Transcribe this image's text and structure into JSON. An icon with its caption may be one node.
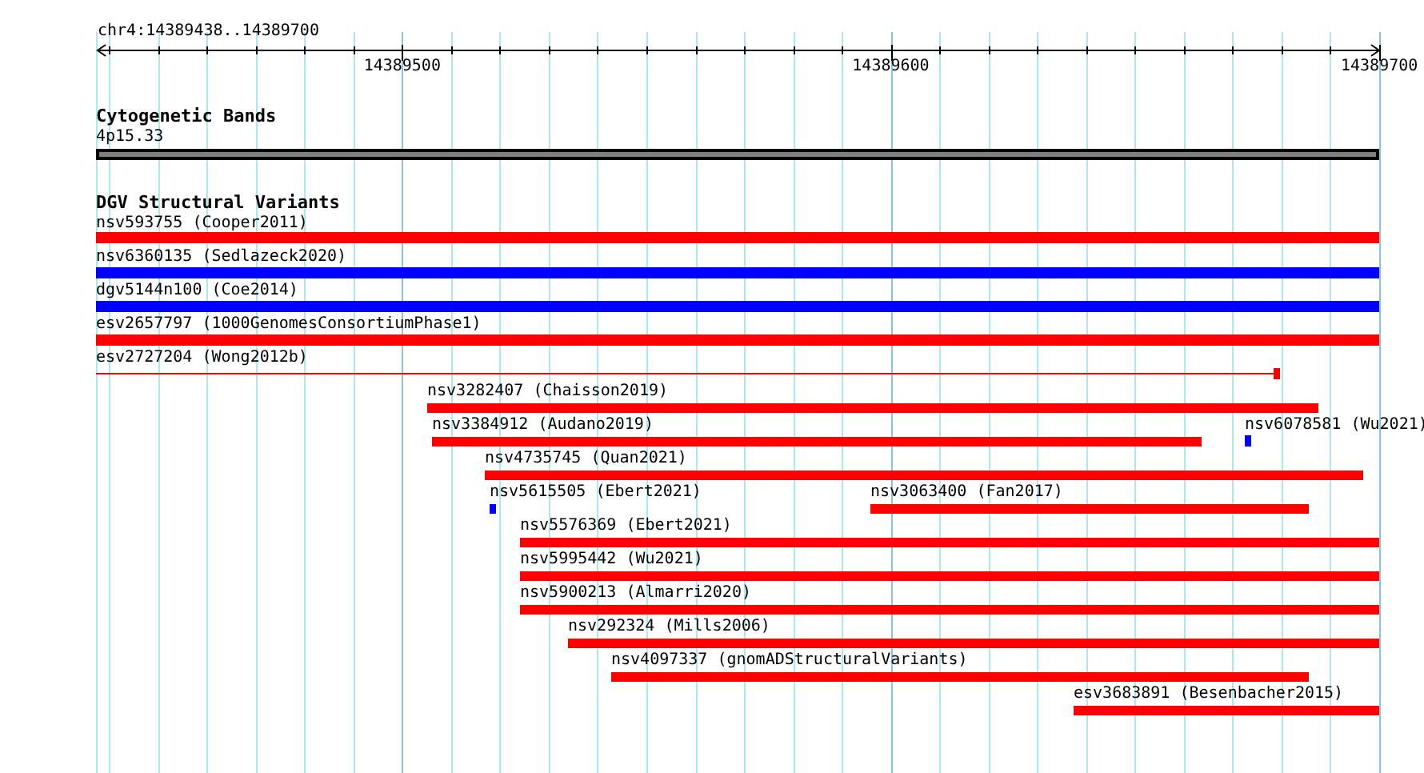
{
  "diagram": {
    "nodes": [
      {
        "text": [
          "4p15.33"
        ]
      },
      {
        "text": [
          "nsv593755 (Cooper2011)"
        ]
      },
      {
        "text": [
          "nsv6360135 (Sedlazeck2020)"
        ]
      },
      {
        "text": [
          "dgv5144n100 (Coe2014)"
        ]
      },
      {
        "text": [
          "esv2657797 (1000GenomesConsortiumPhase1)"
        ]
      },
      {
        "text": [
          "esv2727204 (Wong2012b)"
        ]
      },
      {
        "text": [
          "nsv3282407 (Chaisson2019)"
        ]
      },
      {
        "text": [
          "nsv3384912 (Audano2019)"
        ]
      },
      {
        "text": [
          "nsv6078581 (Wu2021)"
        ]
      },
      {
        "text": [
          "nsv4735745 (Quan2021)"
        ]
      },
      {
        "text": [
          "nsv5615505 (Ebert2021)"
        ]
      },
      {
        "text": [
          "nsv3063400 (Fan2017)"
        ]
      },
      {
        "text": [
          "nsv5576369 (Ebert2021)"
        ]
      },
      {
        "text": [
          "nsv5995442 (Wu2021)"
        ]
      },
      {
        "text": [
          "nsv5900213 (Almarri2020)"
        ]
      },
      {
        "text": [
          "nsv292324 (Mills2006)"
        ]
      },
      {
        "text": [
          "nsv4097337 (gnomADStructuralVariants)"
        ]
      },
      {
        "text": [
          "esv3683891 (Besenbacher2015)"
        ]
      }
    ],
    "labels": [
      "chr4:14389438..14389700",
      "14389500",
      "14389600",
      "14389700",
      "Cytogenetic Bands",
      "DGV Structural Variants"
    ]
  }
}
